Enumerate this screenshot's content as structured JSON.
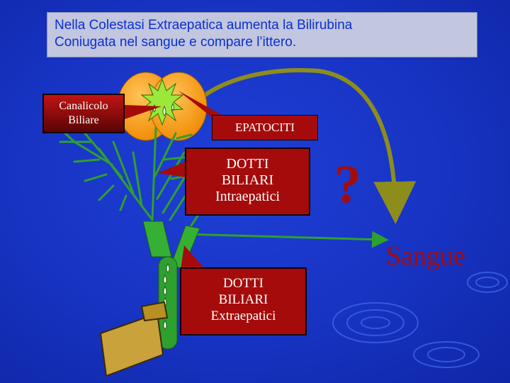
{
  "title": {
    "line1": "Nella Colestasi Extraepatica aumenta la  Bilirubina",
    "line2": "Coniugata nel sangue e compare l’ittero."
  },
  "labels": {
    "canalicolo_line1": "Canalicolo",
    "canalicolo_line2": "Biliare",
    "epatociti": "EPATOCITI",
    "intra_line1": "DOTTI",
    "intra_line2": "BILIARI",
    "intra_line3": "Intraepatici",
    "extra_line1": "DOTTI",
    "extra_line2": "BILIARI",
    "extra_line3": "Extraepatici",
    "question_mark": "?",
    "sangue": "Sangue"
  },
  "colors": {
    "background": "#1a37c8",
    "title_box": "#c2c6df",
    "title_text": "#0a2fd1",
    "label_red": "#a50b0b",
    "hepatocyte_orange": "#ff9a14",
    "duct_green": "#2ea02e",
    "arrow_olive": "#8d8d1c"
  },
  "icons": [
    "hepatocyte-cell-icon",
    "bile-drop-icon",
    "bile-duct-tree-icon",
    "curved-arrow-icon",
    "intestine-icon"
  ]
}
